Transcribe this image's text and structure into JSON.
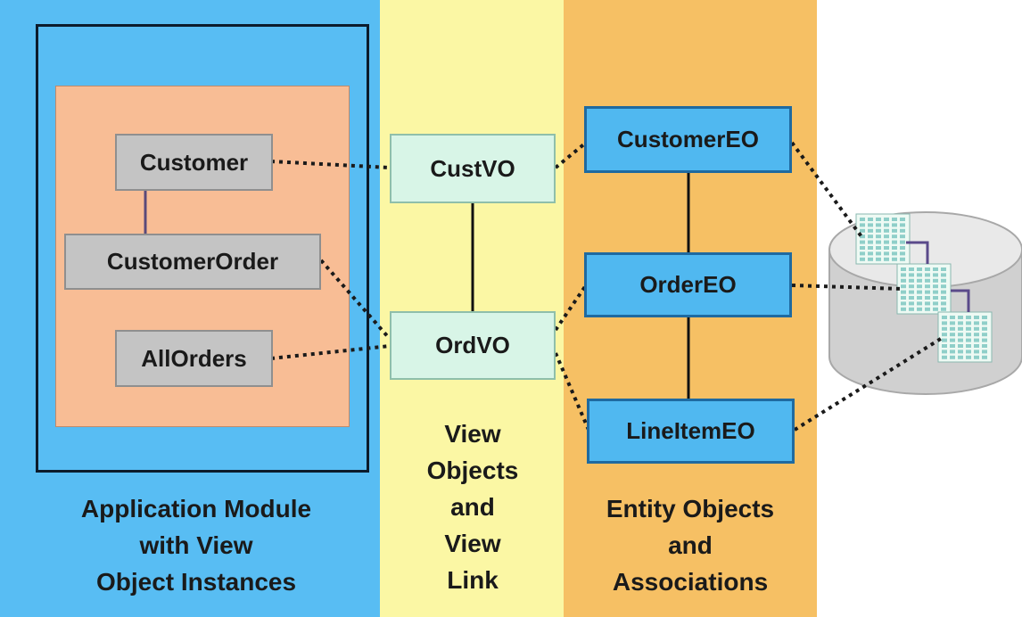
{
  "bands": {
    "application_module": {
      "label_lines": [
        "Application Module",
        "with View",
        "Object Instances"
      ]
    },
    "view_objects": {
      "label_lines": [
        "View",
        "Objects",
        "and",
        "View",
        "Link"
      ]
    },
    "entity_objects": {
      "label_lines": [
        "Entity Objects",
        "and",
        "Associations"
      ]
    }
  },
  "view_object_instances": [
    "Customer",
    "CustomerOrder",
    "AllOrders"
  ],
  "view_objects": [
    "CustVO",
    "OrdVO"
  ],
  "entity_objects": [
    "CustomerEO",
    "OrderEO",
    "LineItemEO"
  ],
  "colors": {
    "application_module_band": "#58bdf3",
    "view_objects_band": "#fbf7a4",
    "entity_objects_band": "#f6c064",
    "instance_container": "#f8bd95",
    "instance_box": "#c4c4c4",
    "view_object_box": "#d8f5e7",
    "entity_object_box": "#50b8f0",
    "database": "#cfcfcf"
  }
}
